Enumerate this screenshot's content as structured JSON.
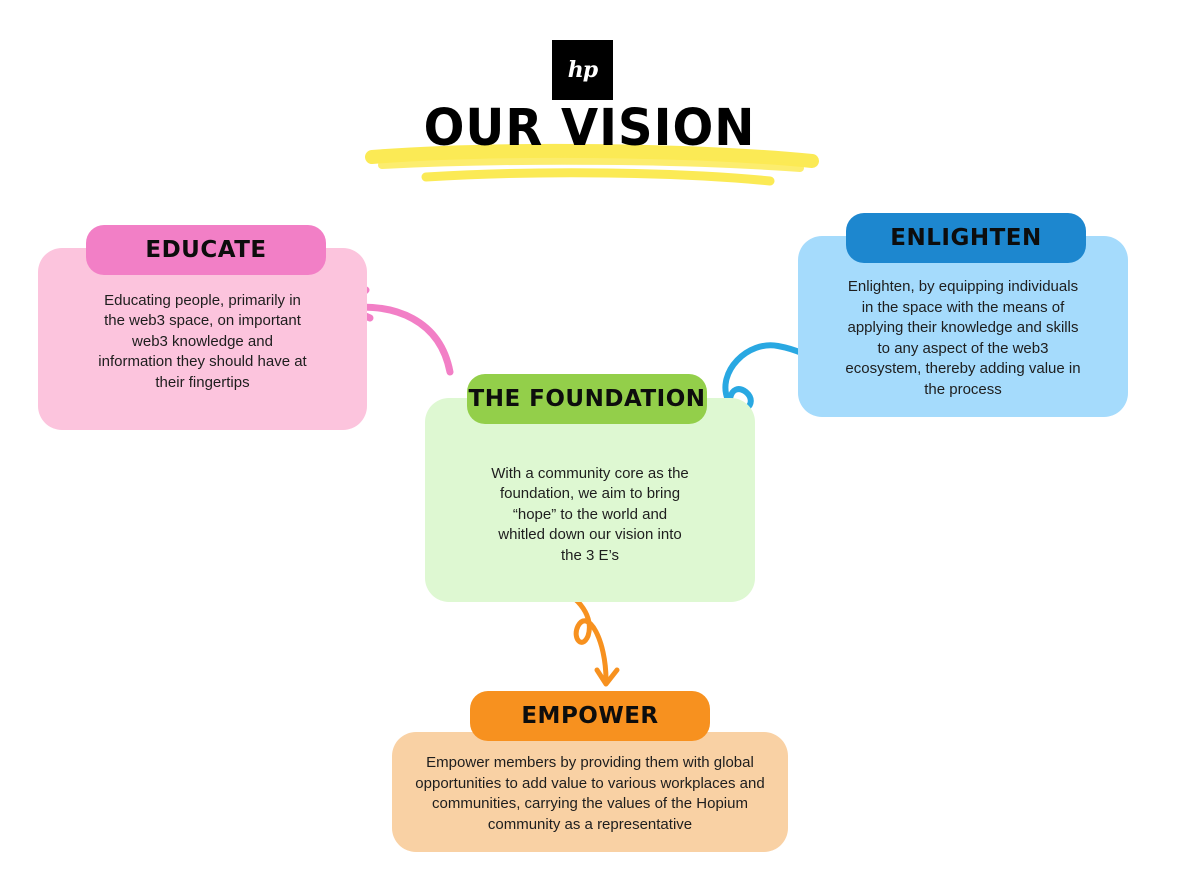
{
  "logo": {
    "text": "hp"
  },
  "title": "OUR VISION",
  "educate": {
    "label": "EDUCATE",
    "text": "Educating people, primarily in the web3 space, on important web3 knowledge and information they should have at their fingertips"
  },
  "enlighten": {
    "label": "ENLIGHTEN",
    "text": "Enlighten, by equipping individuals in the space with the means of applying their knowledge and skills to any aspect of the web3 ecosystem, thereby adding value in the process"
  },
  "foundation": {
    "label": "THE FOUNDATION",
    "text": "With a community core as the foundation, we aim to bring “hope” to the world and whitled down our vision into the 3 E’s"
  },
  "empower": {
    "label": "EMPOWER",
    "text": "Empower members by providing them with global opportunities to add value to various workplaces and communities, carrying the values of the Hopium community as a representative"
  },
  "colors": {
    "educate_card": "#fcc4dd",
    "educate_accent": "#f27fc6",
    "enlighten_card": "#a5dbfc",
    "enlighten_accent": "#1d87cf",
    "foundation_card": "#def8d2",
    "foundation_accent": "#93cf4a",
    "empower_card": "#f9d1a4",
    "empower_accent": "#f7911f",
    "highlight": "#fbea55"
  }
}
